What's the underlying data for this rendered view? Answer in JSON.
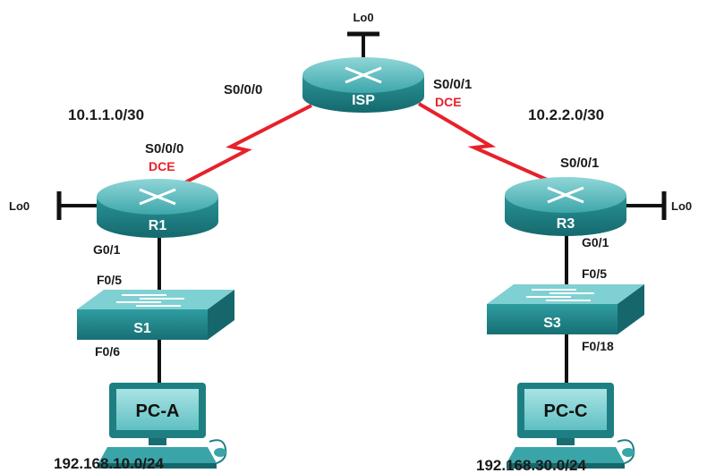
{
  "colors": {
    "serial_link": "#e8202a",
    "ethernet_link": "#111111",
    "device_teal": "#1f8a8f",
    "device_teal_light": "#6fc9cb",
    "dce_text": "#e8202a"
  },
  "devices": {
    "isp": {
      "label": "ISP",
      "icon": "router-icon"
    },
    "r1": {
      "label": "R1",
      "icon": "router-icon"
    },
    "r3": {
      "label": "R3",
      "icon": "router-icon"
    },
    "s1": {
      "label": "S1",
      "icon": "switch-icon"
    },
    "s3": {
      "label": "S3",
      "icon": "switch-icon"
    },
    "pca": {
      "label": "PC-A",
      "icon": "pc-icon"
    },
    "pcc": {
      "label": "PC-C",
      "icon": "pc-icon"
    }
  },
  "interfaces": {
    "isp_lo0": "Lo0",
    "isp_s000": "S0/0/0",
    "isp_s001": "S0/0/1",
    "isp_dce": "DCE",
    "r1_lo0": "Lo0",
    "r1_s000": "S0/0/0",
    "r1_dce": "DCE",
    "r1_g01": "G0/1",
    "s1_f05": "F0/5",
    "s1_f06": "F0/6",
    "r3_lo0": "Lo0",
    "r3_s001": "S0/0/1",
    "r3_g01": "G0/1",
    "s3_f05": "F0/5",
    "s3_f018": "F0/18"
  },
  "networks": {
    "left_wan": "10.1.1.0/30",
    "right_wan": "10.2.2.0/30",
    "lan_a": "192.168.10.0/24",
    "lan_c": "192.168.30.0/24"
  }
}
